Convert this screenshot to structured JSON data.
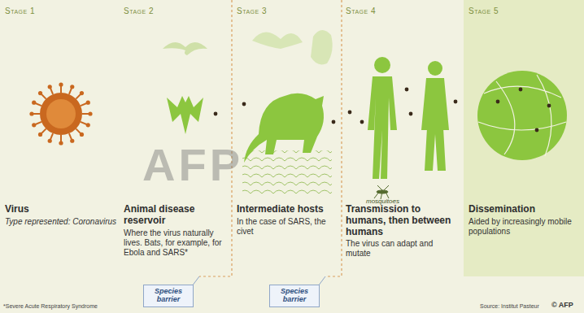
{
  "diagram": {
    "nodes": [
      {
        "text": [
          "Stage 1",
          "Virus",
          "Type represented: Coronavirus"
        ]
      },
      {
        "text": [
          "Stage 2",
          "Animal disease reservoir",
          "Where the virus naturally lives. Bats, for example, for Ebola and SARS*"
        ]
      },
      {
        "text": [
          "Species barrier"
        ]
      },
      {
        "text": [
          "Stage 3",
          "Intermediate hosts",
          "In the case of SARS, the civet"
        ]
      },
      {
        "text": [
          "Species barrier"
        ]
      },
      {
        "text": [
          "Stage 4",
          "Transmission to humans, then between humans",
          "The virus can adapt and mutate"
        ]
      },
      {
        "text": [
          "Stage 5",
          "Dissemination",
          "Aided by increasingly mobile populations"
        ]
      }
    ],
    "labels": [
      "mosquitoes",
      "AFP",
      "*Severe Acute Respiratory Syndrome",
      "Source: Institut Pasteur",
      "© AFP"
    ]
  }
}
